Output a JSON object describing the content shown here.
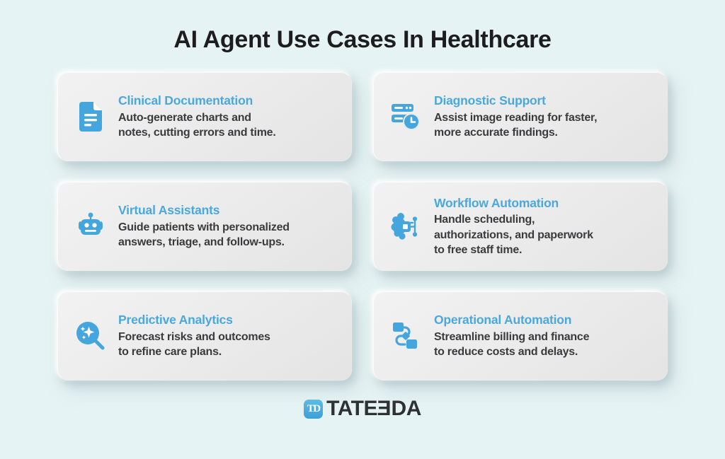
{
  "page": {
    "title": "AI Agent Use Cases In Healthcare",
    "background_color": "#e6f3f4",
    "accent_color": "#4aa8dd",
    "text_color": "#3b3b3d",
    "card_color": "#ececec"
  },
  "cards": [
    {
      "icon": "document-icon",
      "title": "Clinical Documentation",
      "description": "Auto-generate charts and\nnotes, cutting errors and time."
    },
    {
      "icon": "server-clock-icon",
      "title": "Diagnostic Support",
      "description": "Assist image reading for faster,\nmore accurate findings."
    },
    {
      "icon": "robot-icon",
      "title": "Virtual Assistants",
      "description": "Guide patients with personalized\nanswers, triage, and follow-ups."
    },
    {
      "icon": "ai-chip-icon",
      "title": "Workflow Automation",
      "description": "Handle scheduling,\nauthorizations, and paperwork\nto free staff time."
    },
    {
      "icon": "magnifier-sparkle-icon",
      "title": "Predictive Analytics",
      "description": "Forecast risks and outcomes\nto refine care plans."
    },
    {
      "icon": "workflow-nodes-icon",
      "title": "Operational Automation",
      "description": "Streamline billing and finance\nto reduce costs and delays."
    }
  ],
  "logo": {
    "mark_text": "TD",
    "word_part1": "TAT",
    "word_flipped": "E",
    "word_part2": "E",
    "word_part3": "DA",
    "full_text": "TATEƎDA"
  }
}
